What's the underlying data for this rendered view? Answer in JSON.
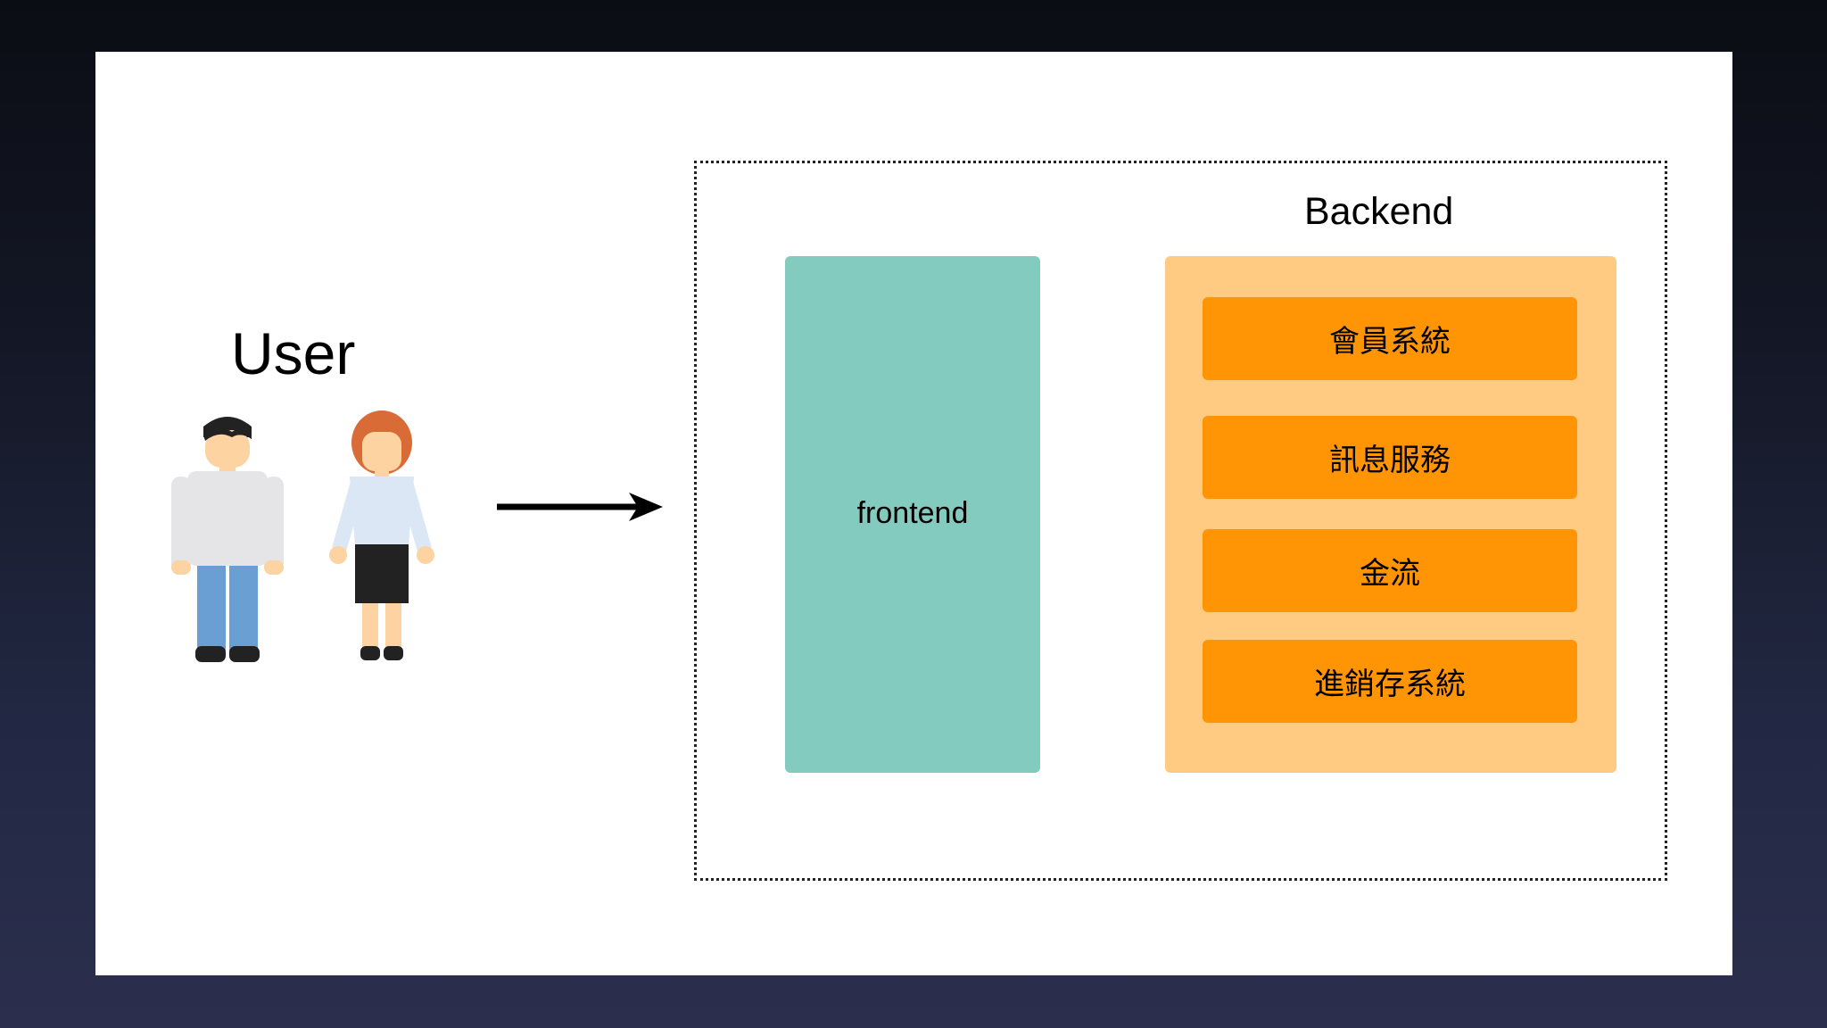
{
  "user": {
    "title": "User",
    "figures": [
      "man-icon",
      "woman-icon"
    ]
  },
  "architecture": {
    "backend_label": "Backend",
    "frontend_label": "frontend",
    "services": [
      "會員系統",
      "訊息服務",
      "金流",
      "進銷存系統"
    ]
  },
  "colors": {
    "frontend": "#83cbbf",
    "backend_container": "#ffcb82",
    "service": "#ff9505",
    "slide": "#ffffff"
  }
}
